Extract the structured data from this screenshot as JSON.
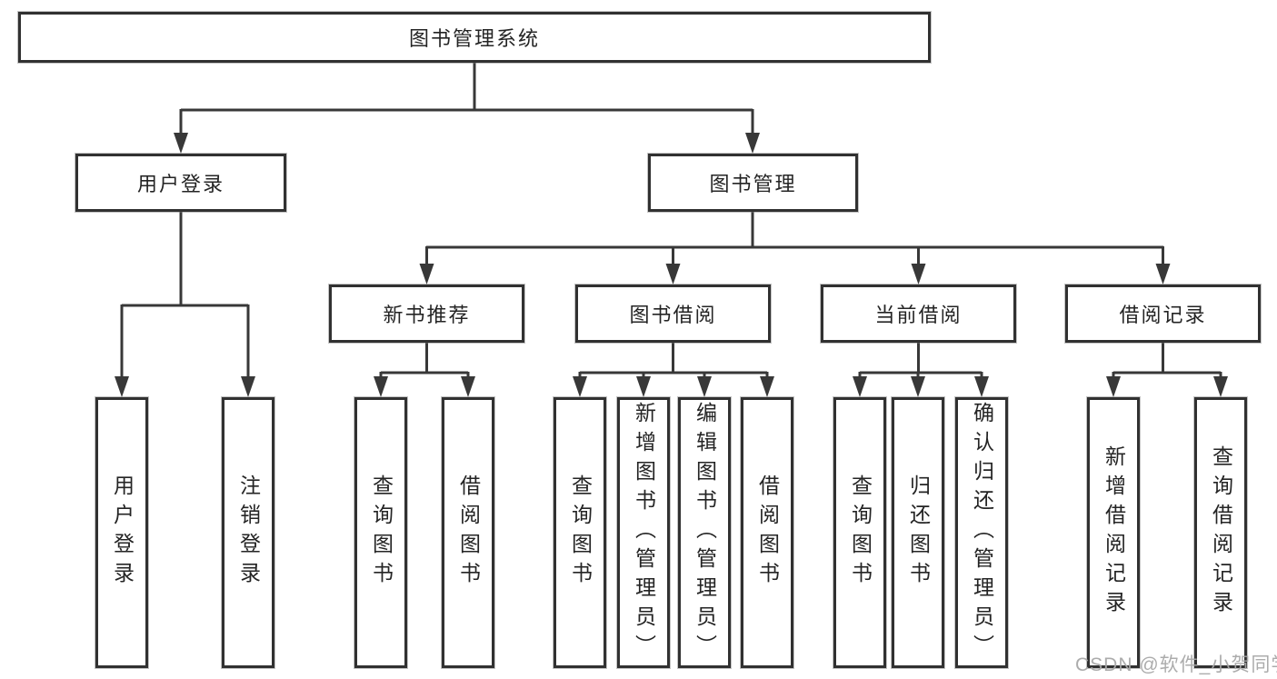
{
  "diagram": {
    "title": "图书管理系统",
    "root": "图书管理系统",
    "level2": {
      "user_login": "用户登录",
      "book_mgmt": "图书管理"
    },
    "level3": {
      "new_books": "新书推荐",
      "borrowing": "图书借阅",
      "current": "当前借阅",
      "records": "借阅记录"
    },
    "leaves": {
      "user_login": [
        "用户登录",
        "注销登录"
      ],
      "new_books": [
        "查询图书",
        "借阅图书"
      ],
      "borrowing": [
        "查询图书",
        "新增图书（管理员）",
        "编辑图书（管理员）",
        "借阅图书"
      ],
      "current": [
        "查询图书",
        "归还图书",
        "确认归还（管理员）"
      ],
      "records": [
        "新增借阅记录",
        "查询借阅记录"
      ]
    }
  },
  "watermark": "CSDN @软件_小贺同学",
  "colors": {
    "line": "#383838",
    "box_border": "#313131",
    "text": "#242424",
    "background": "#ffffff",
    "watermark": "#a8a8a8"
  }
}
